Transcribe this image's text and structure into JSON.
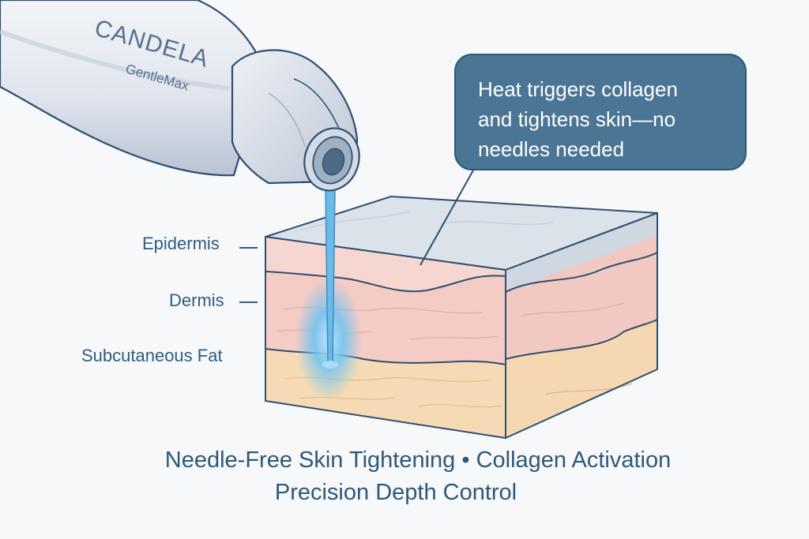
{
  "device": {
    "brand": "CANDELA",
    "model": "GentleMax"
  },
  "layers": [
    {
      "label": "Epidermis"
    },
    {
      "label": "Dermis"
    },
    {
      "label": "Subcutaneous Fat"
    }
  ],
  "callout": {
    "lines": [
      "Heat triggers collagen",
      "and tightens skin—no",
      "needles needed"
    ]
  },
  "caption": {
    "line1": "Needle-Free Skin Tightening • Collagen Activation",
    "line2": "Precision Depth Control"
  },
  "colors": {
    "label_text": "#2f5d80",
    "callout_fill": "#4a7595",
    "epidermis": "#d6dde6",
    "dermis": "#f3c9c3",
    "fat": "#f5d7b0",
    "energy_beam": "#5fb6e8"
  }
}
